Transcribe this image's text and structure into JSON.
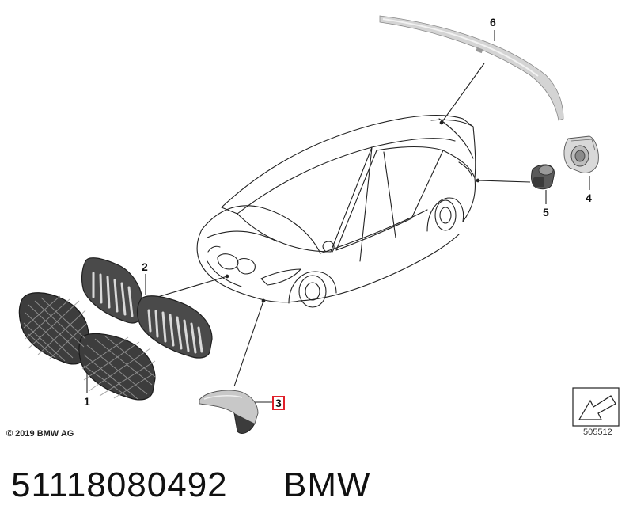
{
  "diagram": {
    "callouts": {
      "c1": "1",
      "c2": "2",
      "c3": "3",
      "c4": "4",
      "c5": "5",
      "c6": "6"
    },
    "highlighted_callout": "3",
    "copyright": "© 2019 BMW AG",
    "figure_number": "505512"
  },
  "footer": {
    "part_number": "51118080492",
    "brand": "BMW"
  },
  "colors": {
    "line": "#222222",
    "highlight": "#e0202a",
    "part_gray": "#bfbfbf",
    "part_dark": "#333333"
  },
  "icons": [
    "navigation-arrow-icon"
  ]
}
